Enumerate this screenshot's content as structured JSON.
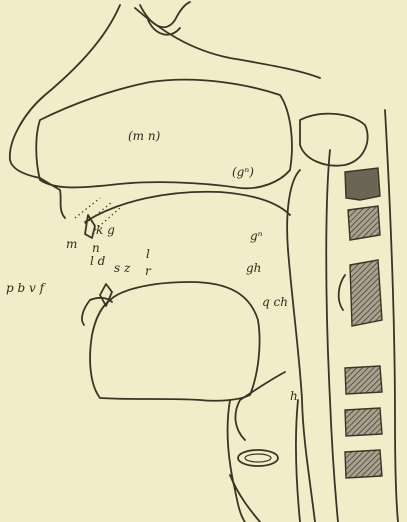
{
  "labels": {
    "nasal": "(m n)",
    "nasal_back": "(gⁿ)",
    "m": "m",
    "n": "n",
    "kg": "k g",
    "ld": "l d",
    "gn": "gⁿ",
    "pbvf": "p b v f",
    "sz": "s z",
    "l2": "l",
    "r": "r",
    "gh": "gh",
    "qch": "q ch",
    "h": "h"
  },
  "colors": {
    "paper": "#f1edc9",
    "ink": "#3b3426",
    "vertebra_fill": "#6b6555"
  }
}
